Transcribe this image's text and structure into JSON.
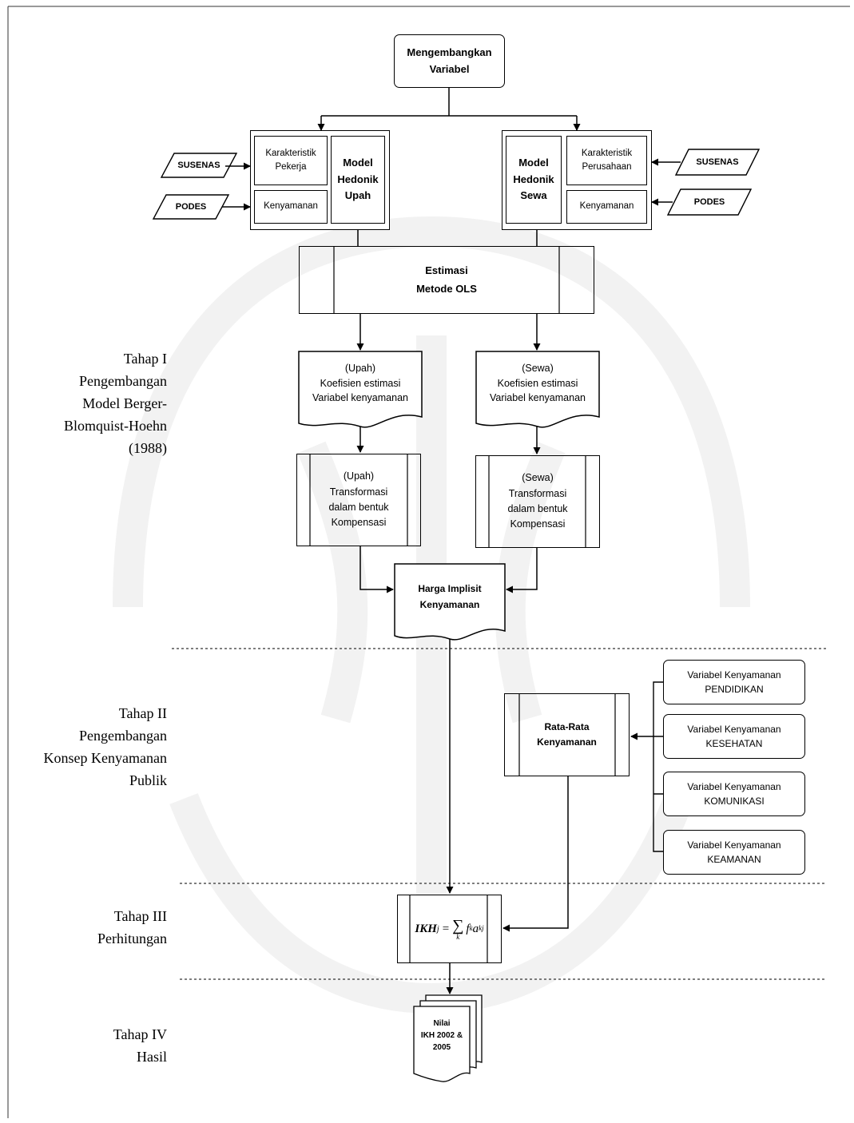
{
  "diagram": {
    "top_box": "Mengembangkan\nVariabel",
    "left_model": {
      "karakteristik": "Karakteristik\nPekerja",
      "kenyamanan": "Kenyamanan",
      "model": "Model\nHedonik\nUpah"
    },
    "right_model": {
      "model": "Model\nHedonik\nSewa",
      "karakteristik": "Karakteristik\nPerusahaan",
      "kenyamanan": "Kenyamanan"
    },
    "inputs": {
      "left_susenas": "SUSENAS",
      "left_podes": "PODES",
      "right_susenas": "SUSENAS",
      "right_podes": "PODES"
    },
    "estimasi": "Estimasi\nMetode OLS",
    "koef_upah": "(Upah)\nKoefisien estimasi\nVariabel kenyamanan",
    "koef_sewa": "(Sewa)\nKoefisien estimasi\nVariabel kenyamanan",
    "transf_upah": "(Upah)\nTransformasi\ndalam bentuk\nKompensasi",
    "transf_sewa": "(Sewa)\nTransformasi\ndalam bentuk\nKompensasi",
    "harga": "Harga Implisit\nKenyamanan",
    "rata": "Rata-Rata\nKenyamanan",
    "var_boxes": [
      "Variabel Kenyamanan\nPENDIDIKAN",
      "Variabel Kenyamanan\nKESEHATAN",
      "Variabel Kenyamanan\nKOMUNIKASI",
      "Variabel Kenyamanan\nKEAMANAN"
    ],
    "formula": {
      "lhs": "IKH",
      "lhs_sub": "j",
      "eq": "=",
      "sum_sub": "k",
      "f": "f",
      "f_sub": "k",
      "a": "a",
      "a_sub": "kj"
    },
    "nilai": "Nilai\nIKH 2002 &\n2005"
  },
  "stages": [
    "Tahap I\nPengembangan\nModel Berger-\nBlomquist-Hoehn\n(1988)",
    "Tahap II\nPengembangan\nKonsep Kenyamanan\nPublik",
    "Tahap III\nPerhitungan",
    "Tahap IV\nHasil"
  ]
}
